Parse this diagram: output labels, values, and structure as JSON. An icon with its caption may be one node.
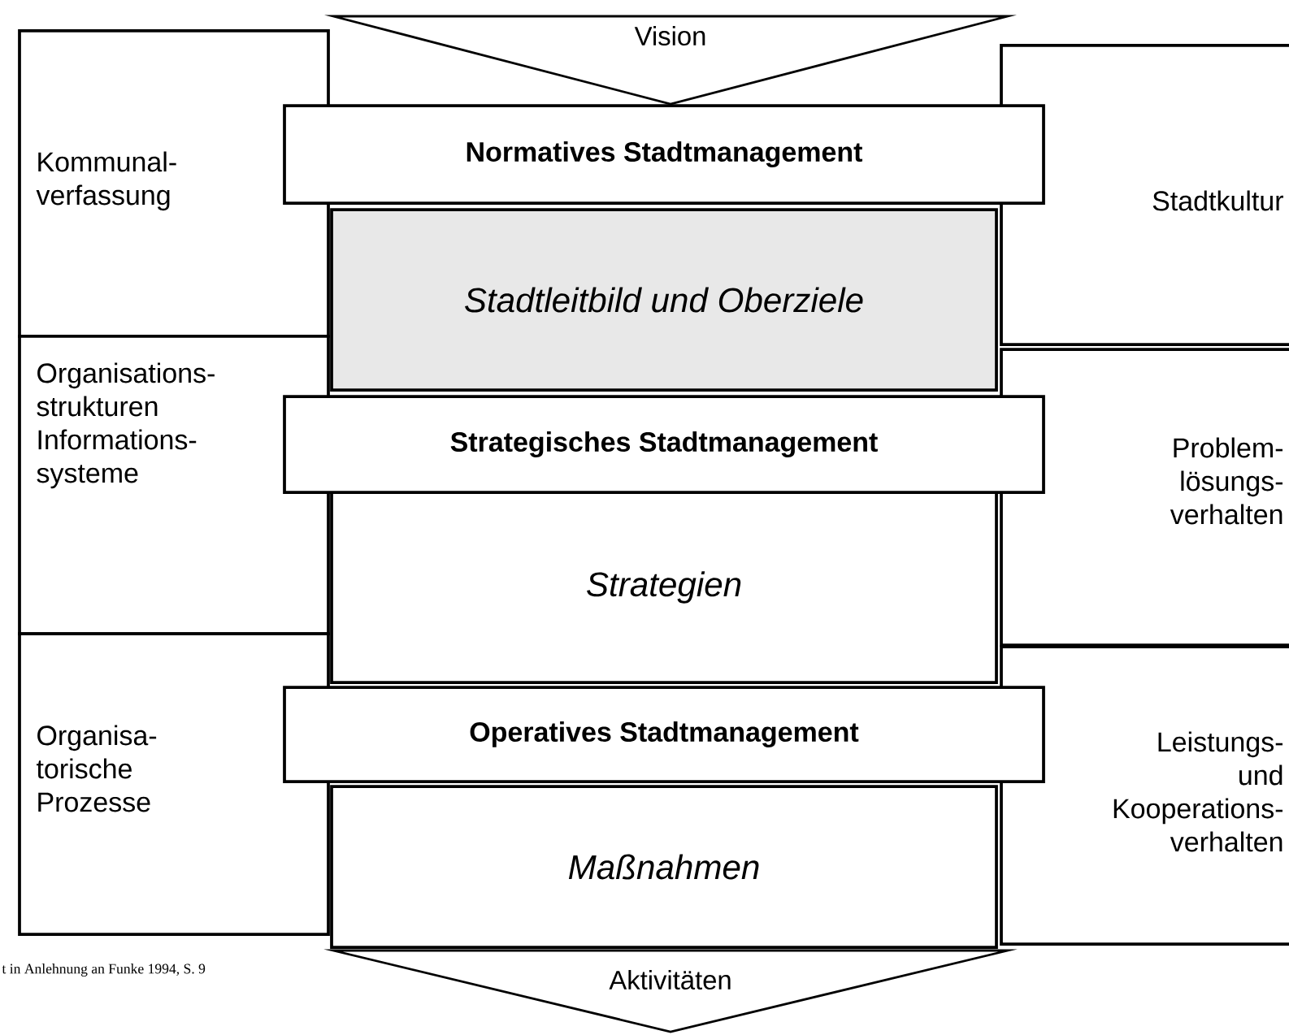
{
  "diagram": {
    "nodes": [
      {
        "text": [
          "Vision"
        ]
      },
      {
        "text": [
          "Kommunal- verfassung"
        ]
      },
      {
        "text": [
          "Normatives Stadtmanagement"
        ]
      },
      {
        "text": [
          "Stadtkultur"
        ]
      },
      {
        "text": [
          "Stadtleitbild und Oberziele"
        ]
      },
      {
        "text": [
          "Organisations- strukturen Informations- systeme"
        ]
      },
      {
        "text": [
          "Strategisches Stadtmanagement"
        ]
      },
      {
        "text": [
          "Problem- lösungs- verhalten"
        ]
      },
      {
        "text": [
          "Strategien"
        ]
      },
      {
        "text": [
          "Organisa- torische Prozesse"
        ]
      },
      {
        "text": [
          "Operatives Stadtmanagement"
        ]
      },
      {
        "text": [
          "Leistungs- und Kooperations- verhalten"
        ]
      },
      {
        "text": [
          "Maßnahmen"
        ]
      },
      {
        "text": [
          "Aktivitäten"
        ]
      }
    ],
    "labels": [
      "t in Anlehnung an Funke 1994, S. 9"
    ]
  }
}
